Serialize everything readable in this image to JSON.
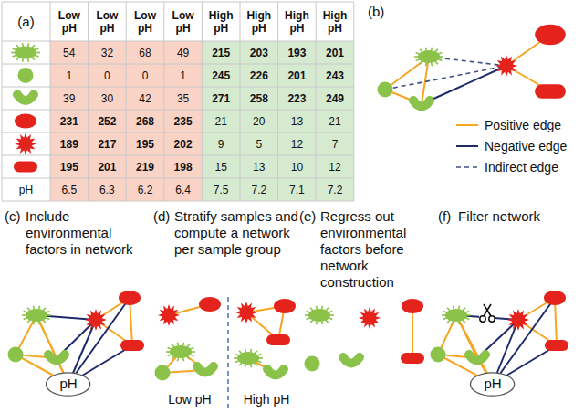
{
  "diagram": {
    "nodes": [
      {
        "text": [
          "pH"
        ]
      },
      {
        "text": [
          "pH"
        ]
      }
    ],
    "labels": [
      "(a)",
      "Low pH",
      "Low pH",
      "Low pH",
      "Low pH",
      "High pH",
      "High pH",
      "High pH",
      "High pH",
      "54",
      "32",
      "68",
      "49",
      "215",
      "203",
      "193",
      "201",
      "1",
      "0",
      "0",
      "1",
      "245",
      "226",
      "201",
      "243",
      "39",
      "30",
      "42",
      "35",
      "271",
      "258",
      "223",
      "249",
      "231",
      "252",
      "268",
      "235",
      "21",
      "20",
      "13",
      "21",
      "189",
      "217",
      "195",
      "202",
      "9",
      "5",
      "12",
      "7",
      "195",
      "201",
      "219",
      "198",
      "15",
      "13",
      "10",
      "12",
      "pH",
      "6.5",
      "6.3",
      "6.2",
      "6.4",
      "7.5",
      "7.2",
      "7.1",
      "7.2",
      "(b)",
      "(c)",
      "Include environmental factors in network",
      "(d)",
      "Stratify samples and compute a network per sample group",
      "Low pH",
      "High pH",
      "(e)",
      "Regress out environmental factors before network construction",
      "(f)",
      "Filter network"
    ],
    "legend": [
      {
        "text": "Positive edge"
      },
      {
        "text": "Negative edge"
      },
      {
        "text": "Indirect edge"
      }
    ]
  }
}
